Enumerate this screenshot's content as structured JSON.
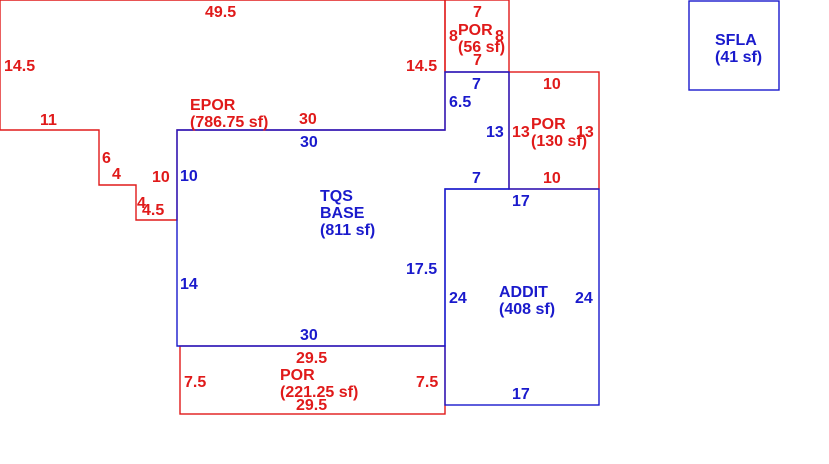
{
  "colors": {
    "red": "#e01a1a",
    "blue": "#1a1acc"
  },
  "areas": {
    "epor": {
      "name": "EPOR",
      "area": "(786.75 sf)"
    },
    "base": {
      "name1": "TQS",
      "name2": "BASE",
      "area": "(811 sf)"
    },
    "por_small": {
      "name": "POR",
      "area": "(56 sf)"
    },
    "por_right": {
      "name": "POR",
      "area": "(130 sf)"
    },
    "por_bottom": {
      "name": "POR",
      "area": "(221.25 sf)"
    },
    "addit": {
      "name": "ADDIT",
      "area": "(408 sf)"
    },
    "sfla": {
      "name": "SFLA",
      "area": "(41 sf)"
    }
  },
  "dims": {
    "epor_top": "49.5",
    "epor_left": "14.5",
    "epor_right": "14.5",
    "epor_step1": "11",
    "epor_step2": "6",
    "epor_step3": "4",
    "epor_step4": "4",
    "epor_step5": "4.5",
    "epor_inner_left": "10",
    "epor_bottom": "30",
    "base_top": "30",
    "base_left_upper": "10",
    "base_left_lower": "14",
    "base_right": "17.5",
    "base_bottom": "30",
    "base_notch_top": "7",
    "base_notch_side": "6.5",
    "base_notch_right": "13",
    "base_notch_bottom": "7",
    "por_small_top": "7",
    "por_small_bottom": "7",
    "por_small_left": "8",
    "por_small_right": "8",
    "por_right_top": "10",
    "por_right_bottom": "10",
    "por_right_left": "13",
    "por_right_right": "13",
    "por_bottom_top": "29.5",
    "por_bottom_bottom": "29.5",
    "por_bottom_left": "7.5",
    "por_bottom_right": "7.5",
    "addit_top": "17",
    "addit_bottom": "17",
    "addit_left": "24",
    "addit_right": "24"
  }
}
